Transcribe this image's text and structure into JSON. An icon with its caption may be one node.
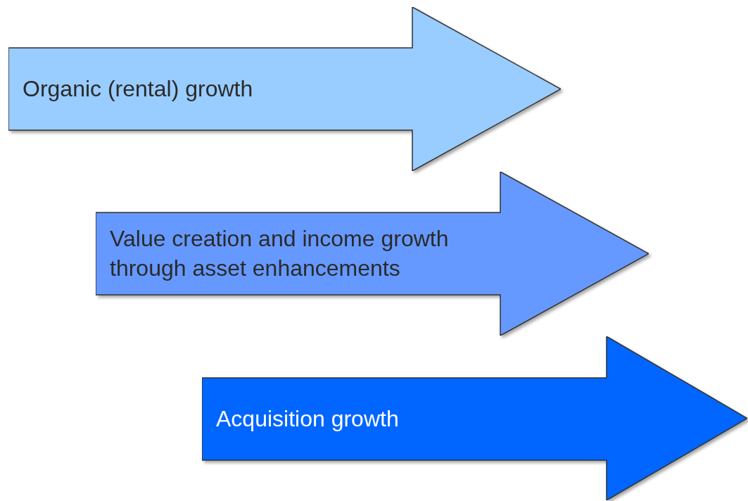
{
  "diagram": {
    "nodes": [
      {
        "text": [
          "Organic (rental) growth"
        ]
      },
      {
        "text": [
          "Value creation and income growth through asset enhancements"
        ]
      },
      {
        "text": [
          "Acquisition growth"
        ]
      }
    ]
  }
}
